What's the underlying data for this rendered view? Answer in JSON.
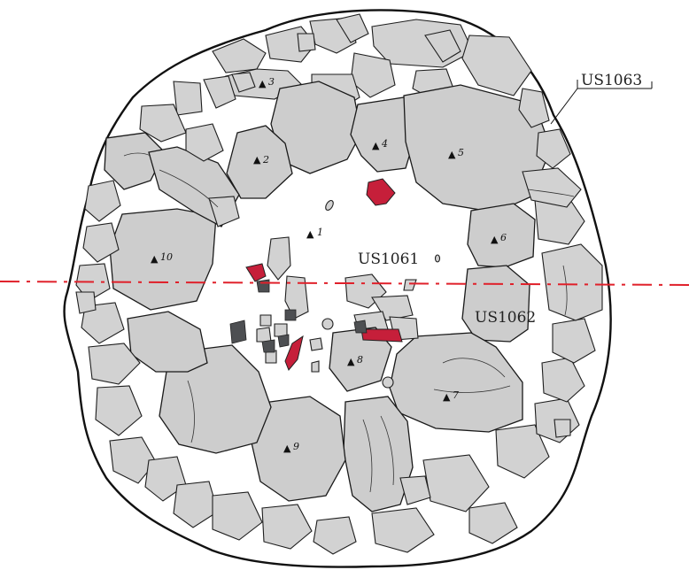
{
  "labels": {
    "us1061": "US1061",
    "us1062": "US1062",
    "us1063": "US1063"
  },
  "finds": [
    {
      "marker": "▲",
      "id": "1"
    },
    {
      "marker": "▲",
      "id": "2"
    },
    {
      "marker": "▲",
      "id": "3"
    },
    {
      "marker": "▲",
      "id": "4"
    },
    {
      "marker": "▲",
      "id": "5"
    },
    {
      "marker": "▲",
      "id": "6"
    },
    {
      "marker": "▲",
      "id": "7"
    },
    {
      "marker": "▲",
      "id": "8"
    },
    {
      "marker": "▲",
      "id": "9"
    },
    {
      "marker": "▲",
      "id": "10"
    }
  ],
  "colors": {
    "stone_fill": "#d2d2d2",
    "outline": "#1e1e1e",
    "section_line": "#e0202a",
    "brick_red": "#c61f3a",
    "dark_fragment": "#4d4f52"
  }
}
